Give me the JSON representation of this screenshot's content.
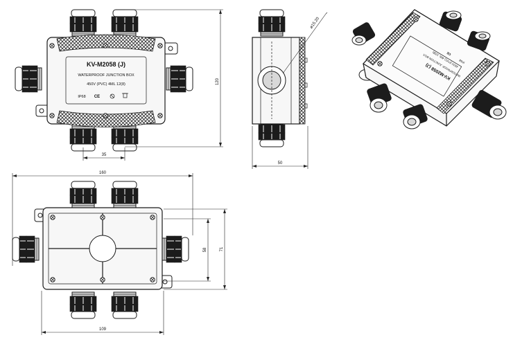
{
  "front_view": {
    "model": "KV-M2058 (J)",
    "subtitle": "WATERPROOF JUNCTION BOX",
    "rating": "450V  (PVC)  4ML  12(8)",
    "ip_rating": "IP68",
    "cert_ce": "CE",
    "dim_height": "120",
    "dim_pitch": "35"
  },
  "side_view": {
    "dim_diameter": "ø15.20",
    "dim_depth": "50"
  },
  "bottom_view": {
    "dim_overall": "160",
    "dim_base": "109",
    "dim_inner": "58",
    "dim_outer": "71"
  },
  "iso_view": {
    "model": "KV-M2058 (J)",
    "subtitle": "WATERPROOF JUNCTION BOX",
    "rating": "450V  (PVC)  4ML  12(8)",
    "ip_rating": "IP68",
    "cert_ce": "CE"
  }
}
